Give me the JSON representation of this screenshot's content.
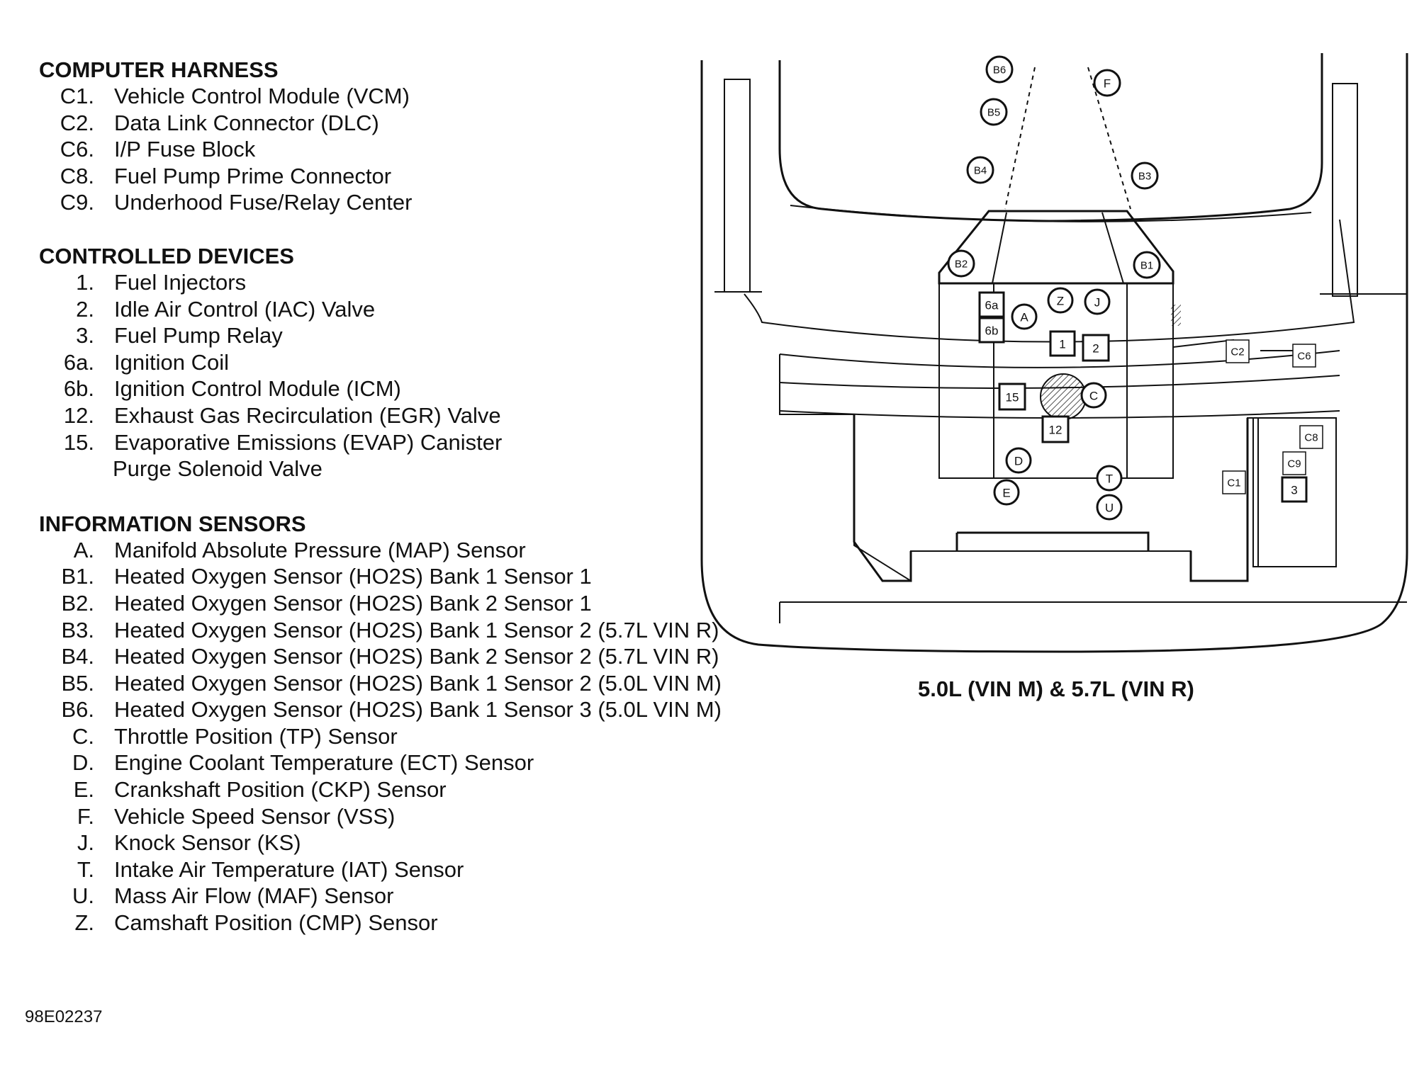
{
  "sections": [
    {
      "title": "COMPUTER HARNESS",
      "items": [
        {
          "code": "C1.",
          "text": "Vehicle Control Module (VCM)"
        },
        {
          "code": "C2.",
          "text": "Data Link Connector (DLC)"
        },
        {
          "code": "C6.",
          "text": "I/P Fuse Block"
        },
        {
          "code": "C8.",
          "text": "Fuel Pump Prime Connector"
        },
        {
          "code": "C9.",
          "text": "Underhood Fuse/Relay Center"
        }
      ]
    },
    {
      "title": "CONTROLLED DEVICES",
      "items": [
        {
          "code": "1.",
          "text": "Fuel Injectors"
        },
        {
          "code": "2.",
          "text": "Idle Air Control (IAC) Valve"
        },
        {
          "code": "3.",
          "text": "Fuel Pump Relay"
        },
        {
          "code": "6a.",
          "text": "Ignition Coil"
        },
        {
          "code": "6b.",
          "text": "Ignition Control Module (ICM)"
        },
        {
          "code": "12.",
          "text": "Exhaust Gas Recirculation (EGR) Valve"
        },
        {
          "code": "15.",
          "text": "Evaporative Emissions (EVAP) Canister",
          "continuation": "Purge Solenoid Valve"
        }
      ]
    },
    {
      "title": "INFORMATION SENSORS",
      "items": [
        {
          "code": "A.",
          "text": "Manifold Absolute Pressure (MAP) Sensor"
        },
        {
          "code": "B1.",
          "text": "Heated Oxygen Sensor (HO2S) Bank 1 Sensor 1"
        },
        {
          "code": "B2.",
          "text": "Heated Oxygen Sensor (HO2S) Bank 2 Sensor 1"
        },
        {
          "code": "B3.",
          "text": "Heated Oxygen Sensor (HO2S) Bank 1 Sensor 2 (5.7L VIN R)"
        },
        {
          "code": "B4.",
          "text": "Heated Oxygen Sensor (HO2S) Bank 2 Sensor 2 (5.7L VIN R)"
        },
        {
          "code": "B5.",
          "text": "Heated Oxygen Sensor (HO2S) Bank 1 Sensor 2 (5.0L VIN M)"
        },
        {
          "code": "B6.",
          "text": "Heated Oxygen Sensor (HO2S) Bank 1 Sensor 3 (5.0L VIN M)"
        },
        {
          "code": "C.",
          "text": "Throttle Position (TP) Sensor"
        },
        {
          "code": "D.",
          "text": "Engine Coolant Temperature (ECT) Sensor"
        },
        {
          "code": "E.",
          "text": "Crankshaft Position (CKP) Sensor"
        },
        {
          "code": "F.",
          "text": "Vehicle Speed Sensor (VSS)"
        },
        {
          "code": "J.",
          "text": "Knock Sensor (KS)"
        },
        {
          "code": "T.",
          "text": "Intake Air Temperature (IAT) Sensor"
        },
        {
          "code": "U.",
          "text": "Mass Air Flow (MAF) Sensor"
        },
        {
          "code": "Z.",
          "text": "Camshaft Position (CMP) Sensor"
        }
      ]
    }
  ],
  "figure_id": "98E02237",
  "diagram": {
    "caption": "5.0L (VIN M) & 5.7L (VIN R)",
    "labels": {
      "B6": "B6",
      "B5": "B5",
      "B4": "B4",
      "B3": "B3",
      "B2": "B2",
      "B1": "B1",
      "F": "F",
      "A": "A",
      "Z": "Z",
      "J": "J",
      "C": "C",
      "D": "D",
      "E": "E",
      "T": "T",
      "U": "U",
      "6a": "6a",
      "6b": "6b",
      "1": "1",
      "2": "2",
      "15": "15",
      "12": "12",
      "3": "3",
      "C1": "C1",
      "C2": "C2",
      "C6": "C6",
      "C8": "C8",
      "C9": "C9"
    }
  }
}
